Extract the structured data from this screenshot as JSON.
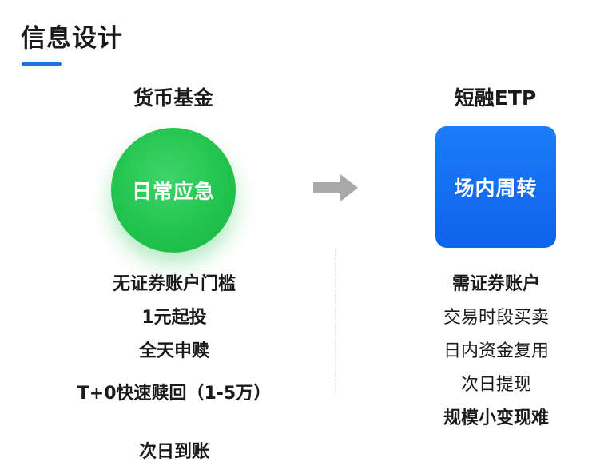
{
  "page": {
    "title": "信息设计",
    "accent_color": "#1f6fe5"
  },
  "left_column": {
    "heading": "货币基金",
    "shape_label": "日常应急",
    "shape_color": "#22c44d",
    "features": [
      "无证券账户门槛",
      "1元起投",
      "全天申赎",
      "T+0快速赎回（1-5万）",
      "次日到账"
    ]
  },
  "right_column": {
    "heading": "短融ETP",
    "shape_label": "场内周转",
    "shape_color": "#1570f0",
    "features": [
      "需证券账户",
      "交易时段买卖",
      "日内资金复用",
      "次日提现",
      "规模小变现难"
    ]
  },
  "transition": {
    "icon": "arrow-right-icon",
    "color": "#a9a9a9"
  }
}
